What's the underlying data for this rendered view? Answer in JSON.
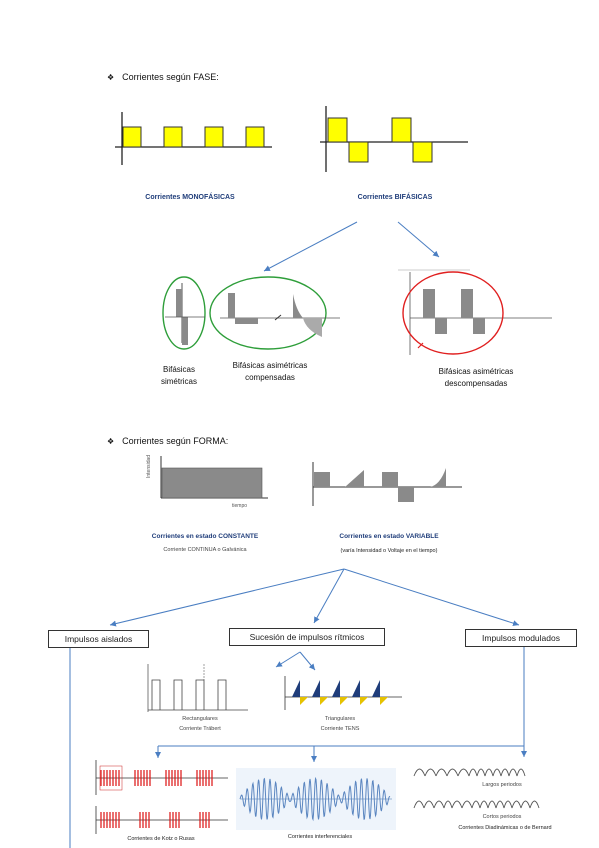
{
  "fase": {
    "title": "Corrientes según FASE:",
    "monofasicas": "Corrientes MONOFÁSICAS",
    "bifasicas": "Corrientes BIFÁSICAS",
    "bif_simetricas": [
      "Bifásicas",
      "simétricas"
    ],
    "bif_asim_comp": [
      "Bifásicas asimétricas",
      "compensadas"
    ],
    "bif_asim_descomp": [
      "Bifásicas asimétricas",
      "descompensadas"
    ]
  },
  "forma": {
    "title": "Corrientes según FORMA:",
    "intensidad_axis": "Intensidad",
    "tiempo_axis": "tiempo",
    "constante": "Corrientes en estado CONSTANTE",
    "constante_sub": "Corriente CONTINUA o Galvánica",
    "variable": "Corrientes en estado VARIABLE",
    "variable_sub": "(varía Intensidad o Voltaje en el tiempo)"
  },
  "boxes": {
    "aislados": "Impulsos aislados",
    "ritmicos": "Sucesión de impulsos rítmicos",
    "modulados": "Impulsos modulados"
  },
  "ritmicos": {
    "rect_caption": "Rectangulares",
    "rect_sub": "Corriente Träbert",
    "tri_caption": "Triangulares",
    "tri_sub": "Corriente TENS"
  },
  "bottom": {
    "kotz": "Corrientes de Kotz o Rusas",
    "interferenciales": "Corrientes interferenciales",
    "largos": "Largos periodos",
    "cortos": "Cortos periodos",
    "diadinamicas": "Corrientes Diadinámicas o de Bernard"
  },
  "colors": {
    "yellow": "#ffff00",
    "arrow": "#4a7ec2",
    "green": "#2e9e3a",
    "red": "#e02020",
    "gray": "#8a8a8a",
    "darkblue": "#1f3d7a"
  }
}
